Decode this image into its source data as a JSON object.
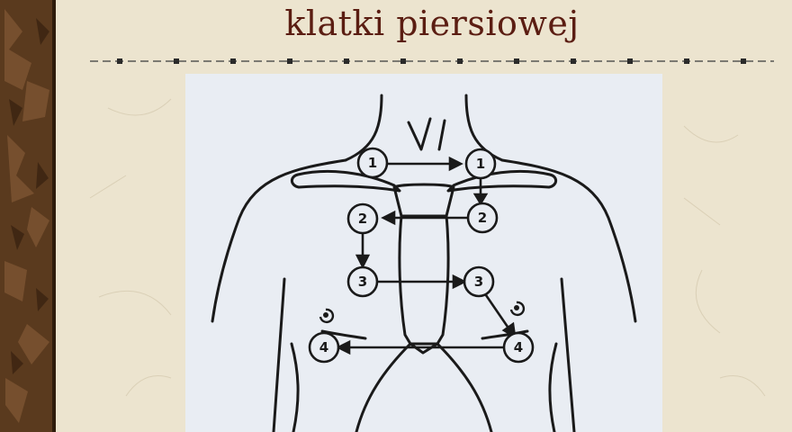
{
  "slide": {
    "title": "klatki piersiowej"
  },
  "diagram": {
    "markers": {
      "r1": "1",
      "l1": "1",
      "r2": "2",
      "l2": "2",
      "r3": "3",
      "l3": "3",
      "r4": "4",
      "l4": "4"
    }
  },
  "colors": {
    "background": "#ece4cf",
    "title": "#5b1d12",
    "side_band": "#5a3a1e",
    "figure_panel": "#e9edf3",
    "ink": "#1a1a1a"
  },
  "icons": {
    "divider": "dashed-line-with-squares",
    "nipple": "nipple-mark-icon"
  }
}
